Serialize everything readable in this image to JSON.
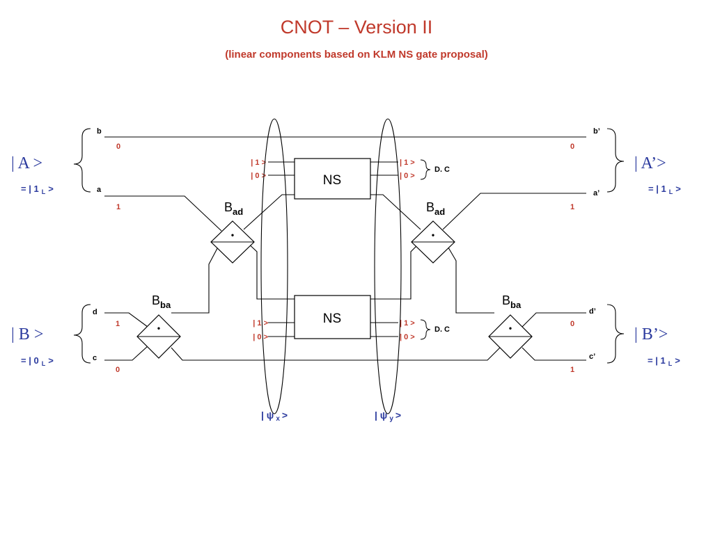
{
  "title": "CNOT – Version II",
  "subtitle": "(linear components based on KLM NS gate proposal)",
  "mode_labels": {
    "b": "b",
    "a": "a",
    "d": "d",
    "c": "c",
    "b_out": "b’",
    "a_out": "a’",
    "d_out": "d’",
    "c_out": "c’"
  },
  "input_values": {
    "b": "0",
    "a": "1",
    "d": "1",
    "c": "0"
  },
  "output_values": {
    "b": "0",
    "a": "1",
    "d": "0",
    "c": "1"
  },
  "states": {
    "A_in": "| A >",
    "A_logical": "= | 1",
    "B_in": "| B >",
    "B_logical": "= | 0",
    "A_out": "| A’>",
    "A_out_logical": "= | 1",
    "B_out": "| B’>",
    "B_out_logical": "= | 1",
    "logical_sub": "L",
    "ket_close": ">"
  },
  "gates": {
    "ns_label": "NS",
    "ancilla_in_1": "| 1 >",
    "ancilla_in_0": "| 0 >",
    "dc_label": "D. C",
    "beamsplitter_main": "B",
    "beamsplitter_ad_sub": "ad",
    "beamsplitter_ba_sub": "ba",
    "dot": "•"
  },
  "psi": {
    "x_symbol": "| ψ",
    "x_sub": "x",
    "x_close": ">",
    "y_symbol": "| ψ",
    "y_sub": "y",
    "y_close": ">"
  },
  "colors": {
    "title": "#c0392b",
    "values": "#c0392b",
    "states": "#2b3a9e",
    "lines": "#000000"
  }
}
